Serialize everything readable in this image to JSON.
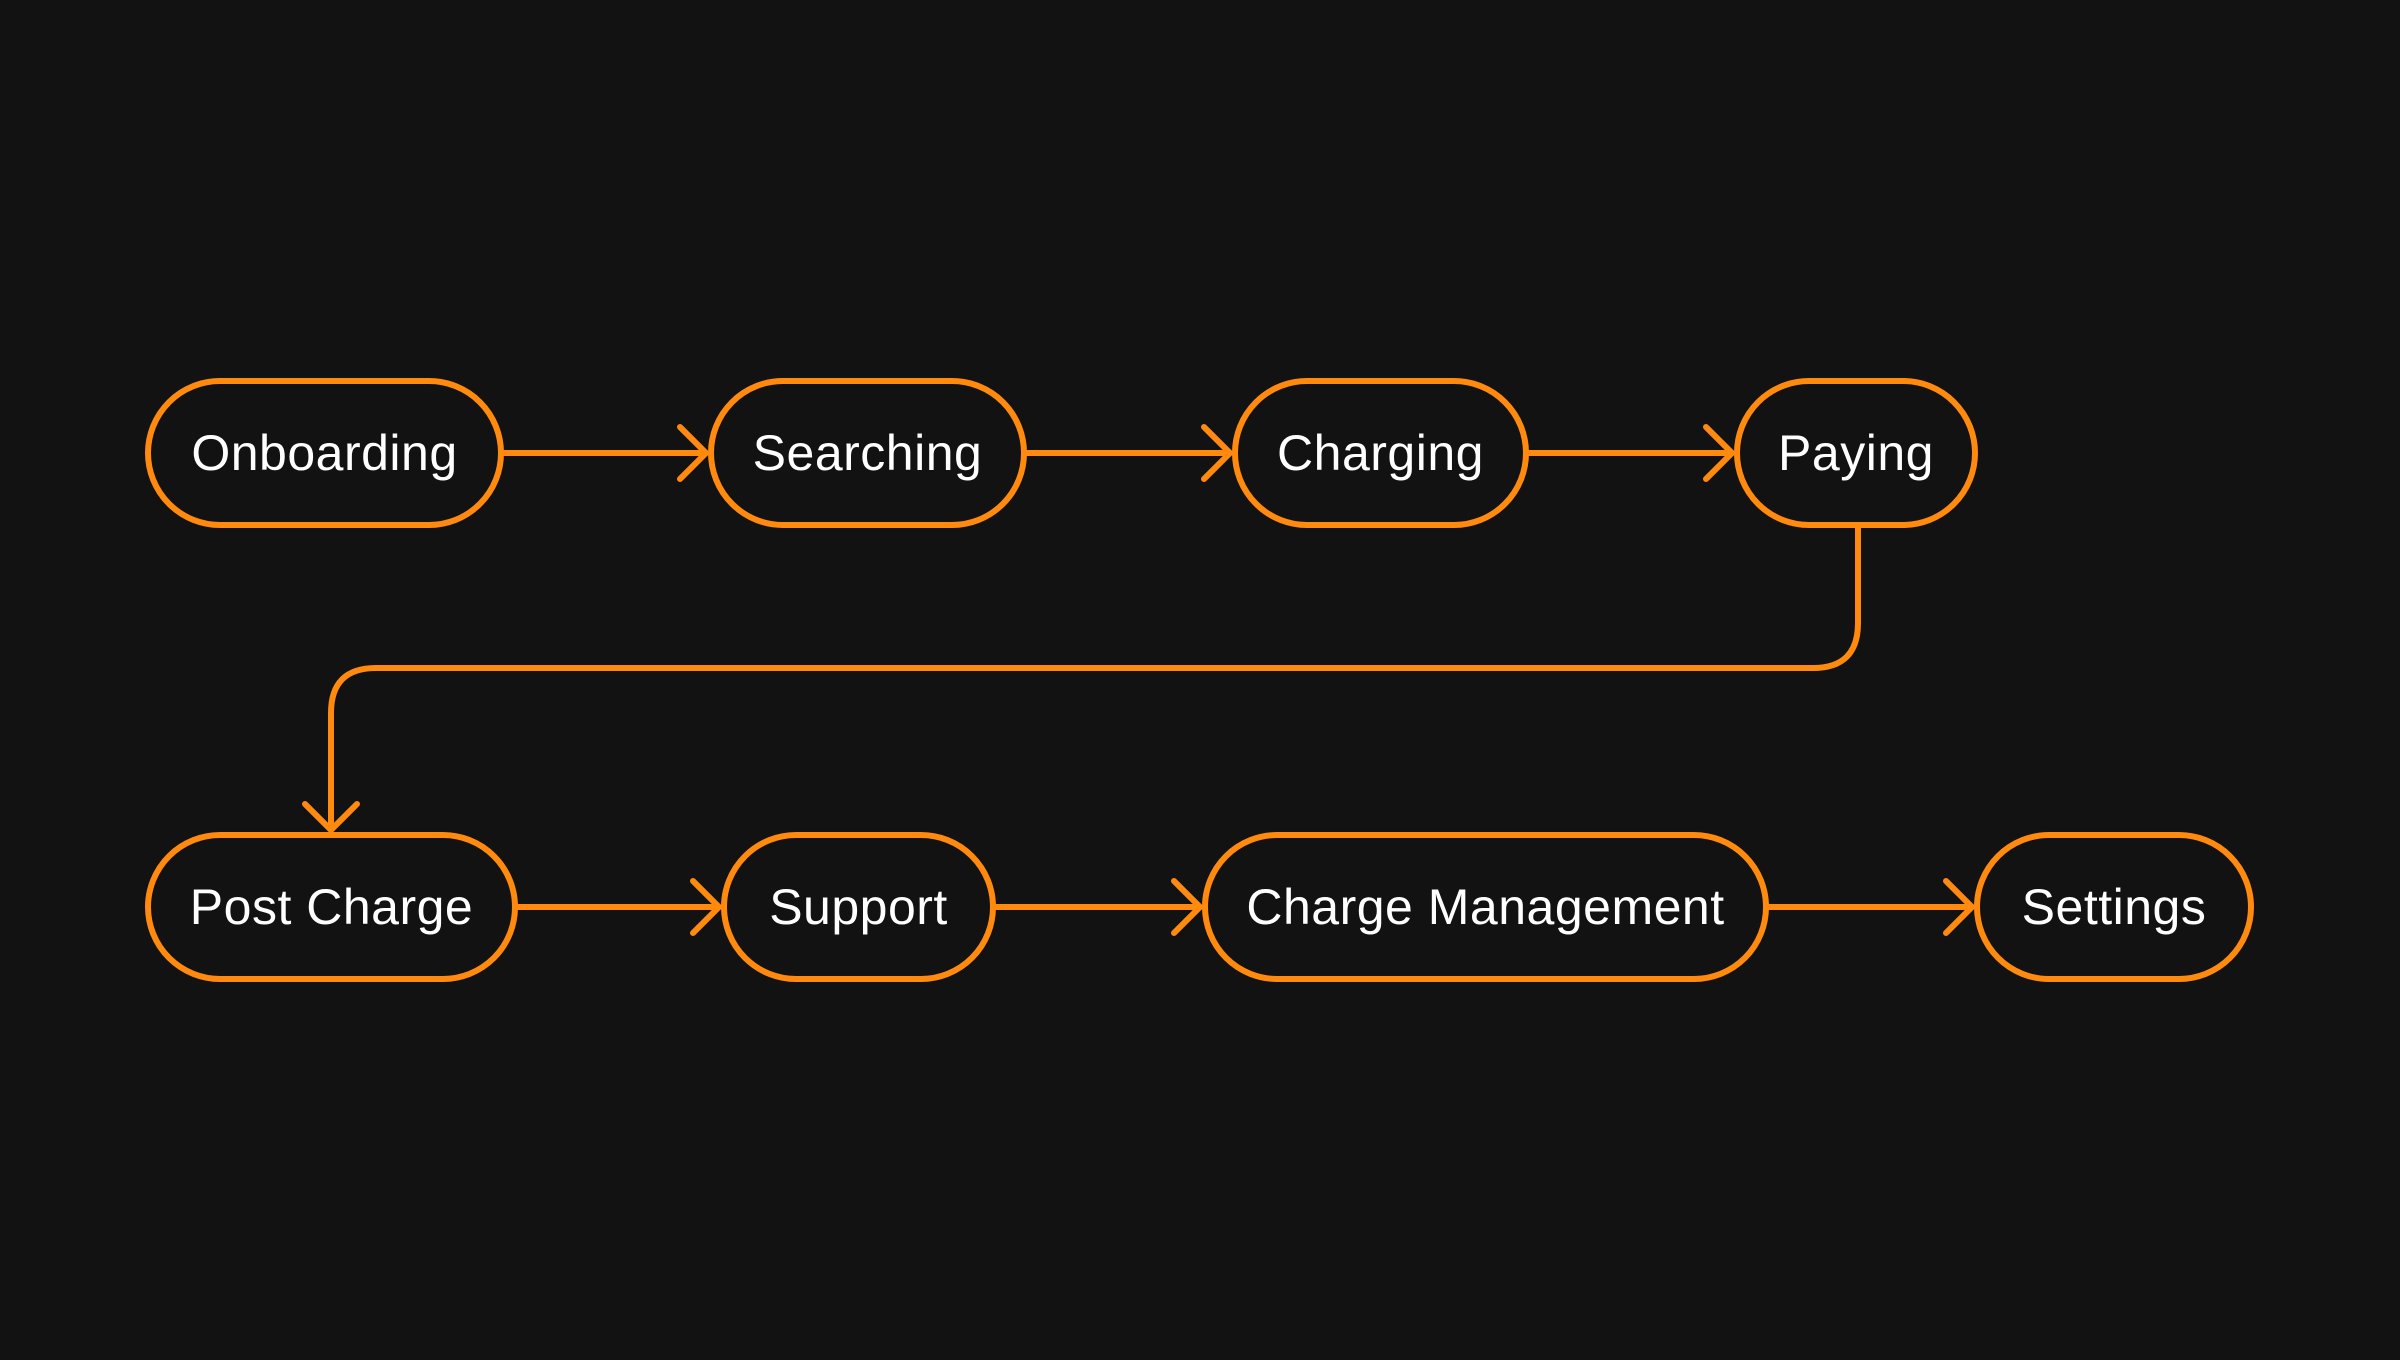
{
  "diagram": {
    "accent_color": "#FF8A0D",
    "background_color": "#121212",
    "text_color": "#FFFFFF",
    "nodes": [
      {
        "id": "onboarding",
        "label": "Onboarding"
      },
      {
        "id": "searching",
        "label": "Searching"
      },
      {
        "id": "charging",
        "label": "Charging"
      },
      {
        "id": "paying",
        "label": "Paying"
      },
      {
        "id": "post-charge",
        "label": "Post Charge"
      },
      {
        "id": "support",
        "label": "Support"
      },
      {
        "id": "charge-management",
        "label": "Charge Management"
      },
      {
        "id": "settings",
        "label": "Settings"
      }
    ],
    "edges": [
      {
        "from": "onboarding",
        "to": "searching"
      },
      {
        "from": "searching",
        "to": "charging"
      },
      {
        "from": "charging",
        "to": "paying"
      },
      {
        "from": "paying",
        "to": "post-charge"
      },
      {
        "from": "post-charge",
        "to": "support"
      },
      {
        "from": "support",
        "to": "charge-management"
      },
      {
        "from": "charge-management",
        "to": "settings"
      }
    ]
  }
}
